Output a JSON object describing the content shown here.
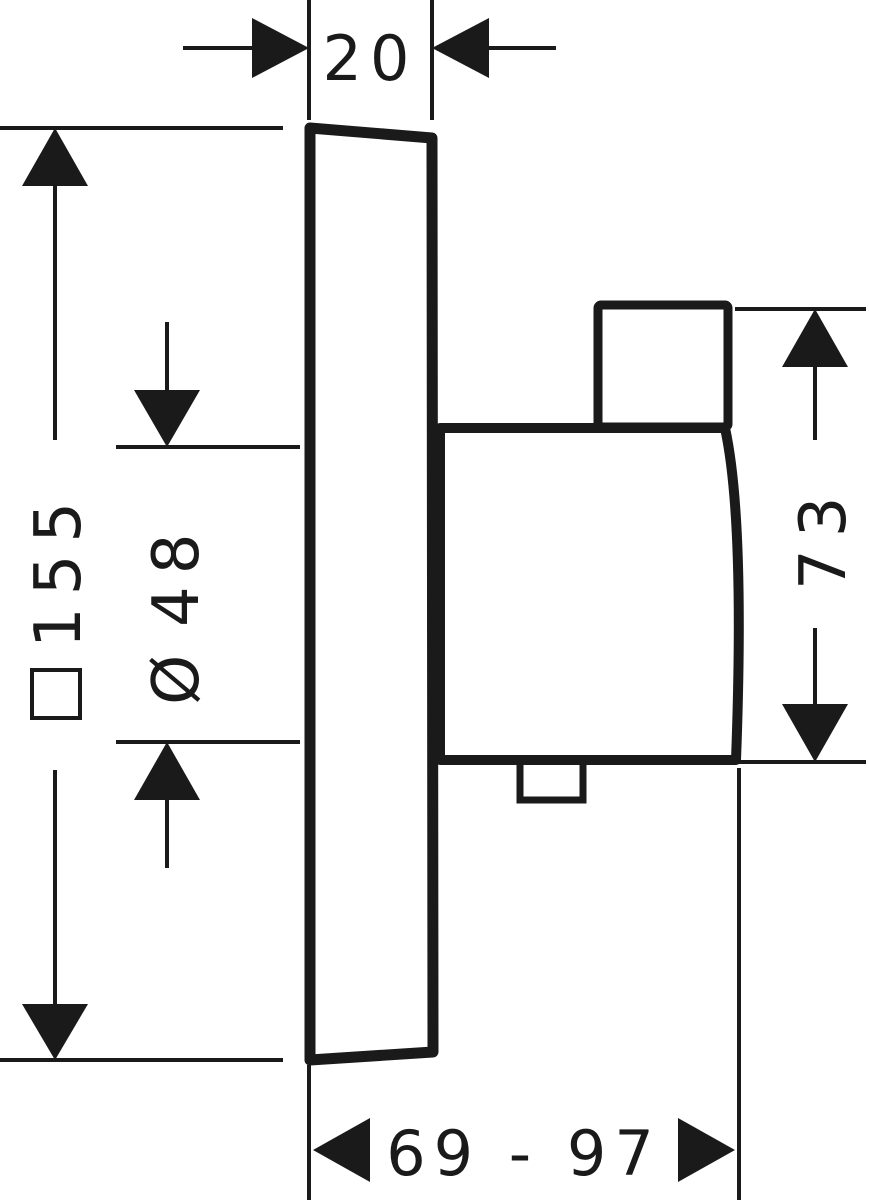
{
  "drawing": {
    "line_color": "#1a1a1a",
    "background": "#ffffff"
  },
  "dimensions": {
    "plate_depth": "20",
    "plate_height": "155",
    "square_symbol": "□",
    "bore_diameter": "48",
    "diameter_symbol": "Ø",
    "body_height": "73",
    "total_projection": "69 - 97"
  }
}
